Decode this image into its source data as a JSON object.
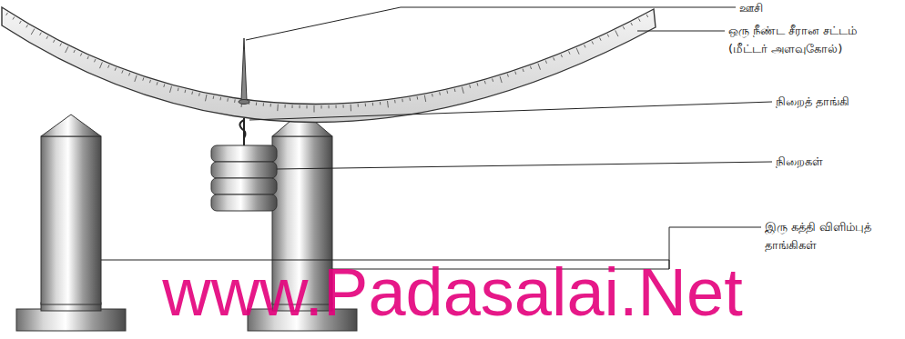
{
  "diagram": {
    "labels": [
      "ஊசி",
      "ஒரு நீண்ட சீரான சட்டம் (மீட்டர் அளவுகோல்)",
      "நிறைத் தாங்கி",
      "நிறைகள்",
      "இரு கத்தி விளிம்புத் தாங்கிகள்",
      "www.Padasalai.Net"
    ]
  }
}
